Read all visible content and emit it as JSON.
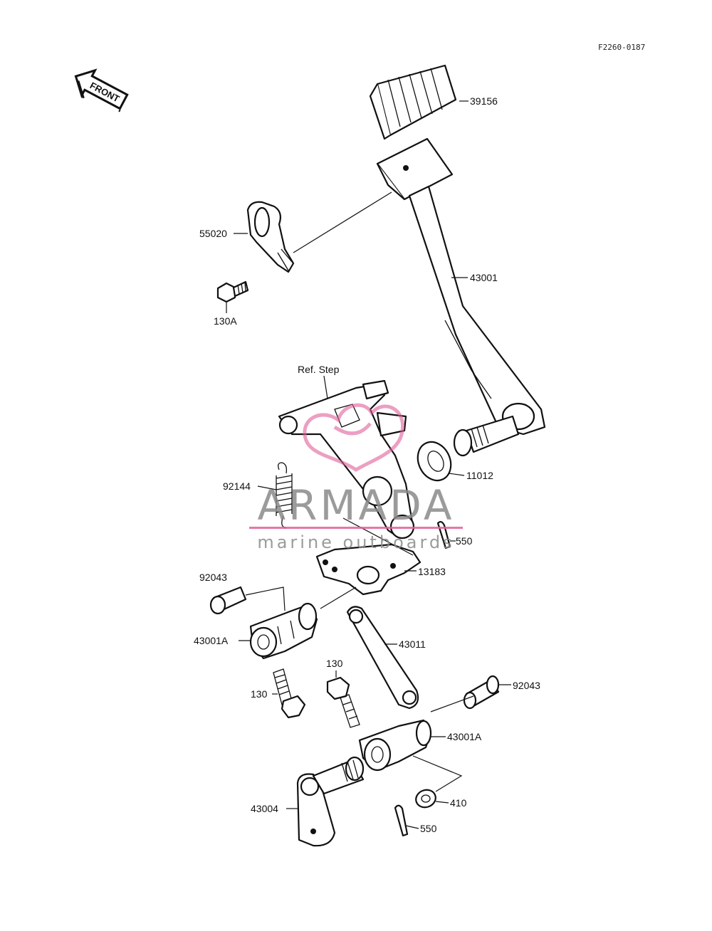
{
  "diagram_code": "F2260-0187",
  "front_label": "FRONT",
  "ref_label": "Ref. Step",
  "watermark": {
    "brand": "ARMADA",
    "tagline": "marine outboards",
    "accent_color": "#e0609a"
  },
  "parts": {
    "p39156": "39156",
    "p55020": "55020",
    "p43001": "43001",
    "p130A": "130A",
    "p11012": "11012",
    "p92144": "92144",
    "p550a": "550",
    "p13183": "13183",
    "p92043a": "92043",
    "p43001Aa": "43001A",
    "p43011": "43011",
    "p130a": "130",
    "p130b": "130",
    "p92043b": "92043",
    "p43001Ab": "43001A",
    "p43004": "43004",
    "p410": "410",
    "p550b": "550"
  }
}
